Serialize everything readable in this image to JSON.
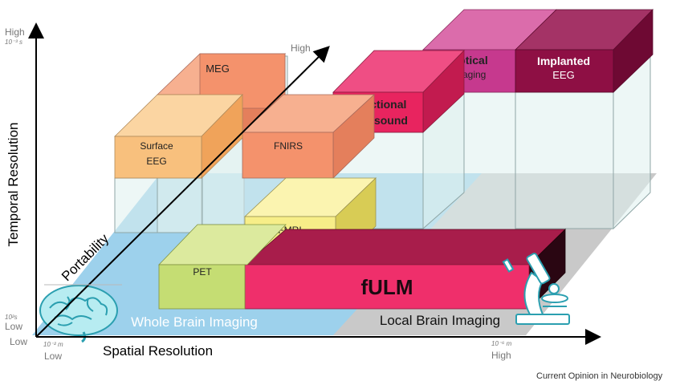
{
  "axes": {
    "y_title": "Temporal Resolution",
    "y_high": "High",
    "y_high_unit": "10⁻³ s",
    "y_low_unit": "10²s",
    "y_low": "Low",
    "origin_low": "Low",
    "x_title": "Spatial Resolution",
    "x_low_unit": "10⁻² m",
    "x_low": "Low",
    "x_high_unit": "10⁻⁶ m",
    "x_high": "High",
    "z_title": "Portability",
    "z_high": "High"
  },
  "regions": {
    "whole_brain": "Whole Brain Imaging",
    "local_brain": "Local Brain Imaging"
  },
  "blocks": {
    "meg": "MEG",
    "surface_eeg_1": "Surface",
    "surface_eeg_2": "EEG",
    "fnirs": "FNIRS",
    "functional_us_1": "Functional",
    "functional_us_2": "Ultrasound",
    "optical_1": "Optical",
    "optical_2": "Imaging",
    "implanted_1": "Implanted",
    "implanted_2": "EEG",
    "fmri": "FMRI",
    "pet": "PET",
    "fulm": "fULM"
  },
  "credit": "Current Opinion in Neurobiology",
  "colors": {
    "orange": "#f4926c",
    "light_orange": "#f8c07d",
    "pink": "#e8245f",
    "magenta": "#c6398e",
    "dark_magenta": "#8e0f44",
    "yellow": "#f7ee88",
    "light_green": "#c5dd73",
    "fulm_pink": "#ef2f6b",
    "floor_blue": "#9dd1ec",
    "floor_gray": "#c8c8c8"
  }
}
